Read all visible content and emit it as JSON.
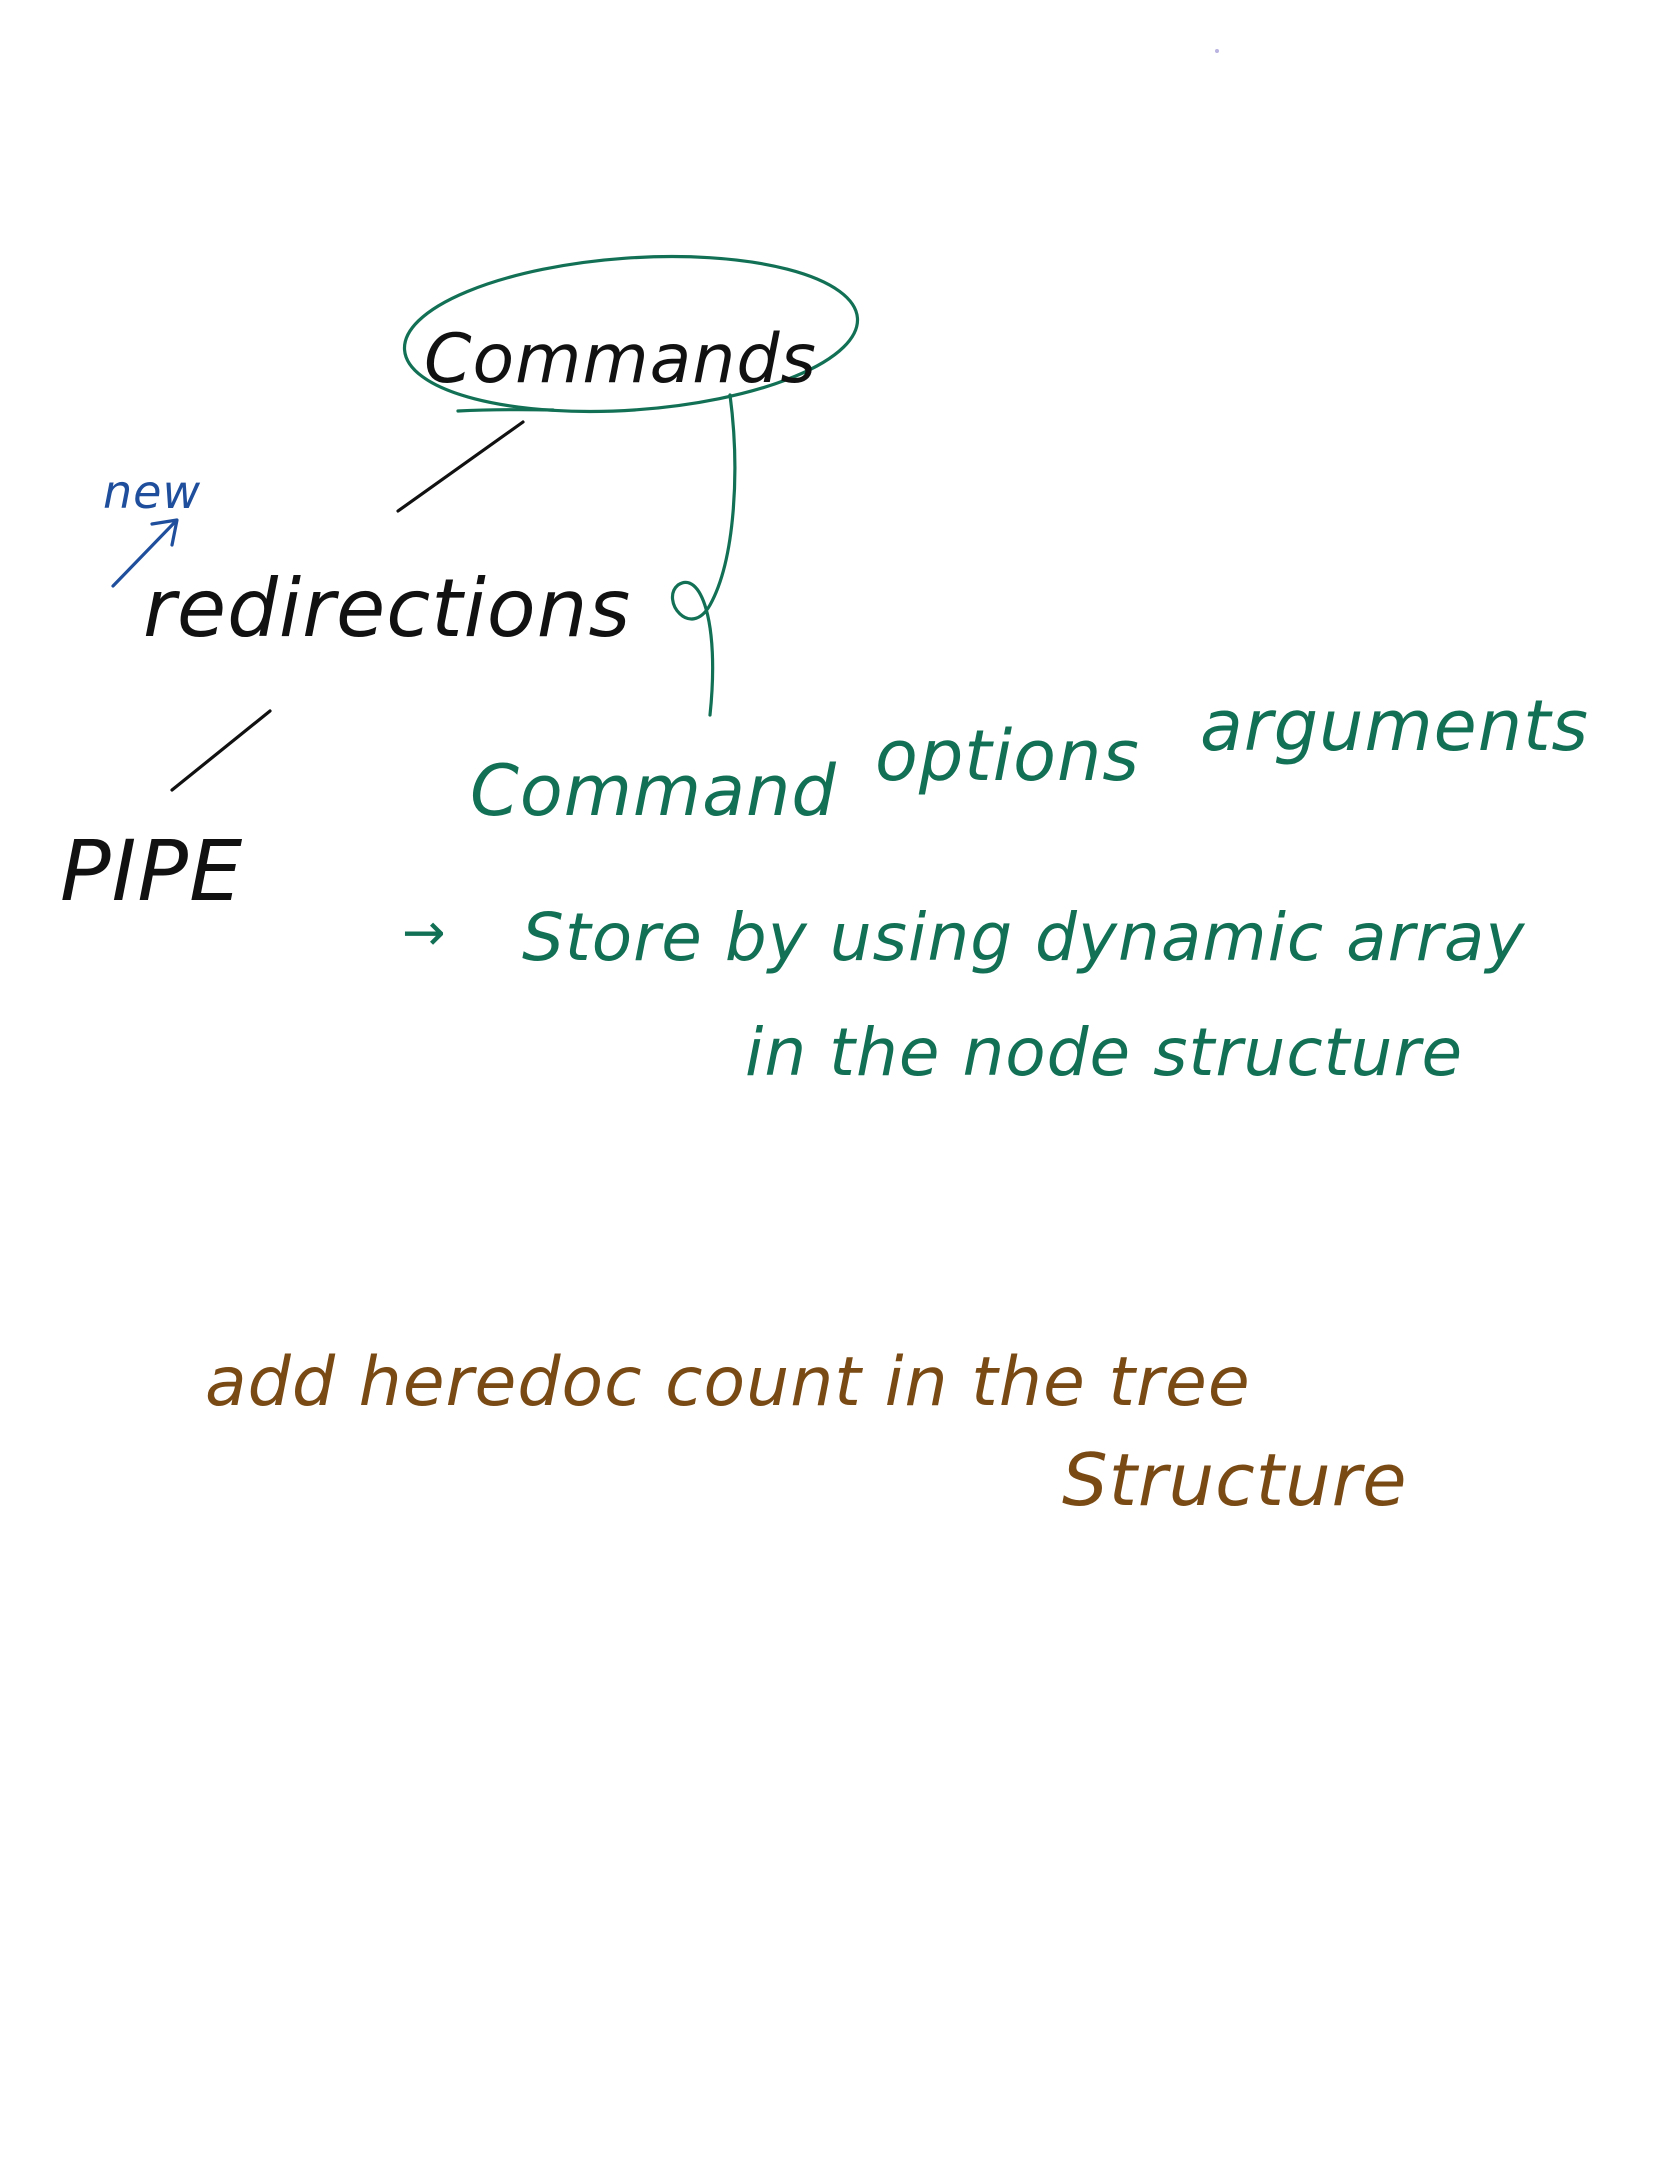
{
  "note": {
    "root": "Commands",
    "new_label": "new",
    "redirections": "redirections",
    "pipe": "PIPE",
    "command_line": [
      "Command",
      "options",
      "arguments"
    ],
    "store_line_1": "Store by using dynamic array",
    "store_line_2": "in the node structure",
    "heredoc_line_1": "add heredoc count in the tree",
    "heredoc_line_2": "Structure",
    "arrow_glyph": "→"
  },
  "colors": {
    "black_ink": "#111111",
    "green_ink": "#127055",
    "blue_ink": "#1f4f9c",
    "brown_ink": "#7a4a14",
    "paper": "#ffffff"
  }
}
